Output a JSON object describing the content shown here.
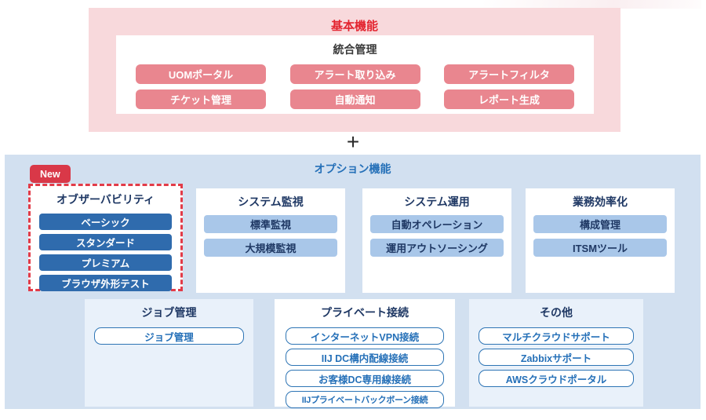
{
  "basic_section": {
    "title": "基本機能",
    "group_title": "統合管理",
    "features": [
      "UOMポータル",
      "アラート取り込み",
      "アラートフィルタ",
      "チケット管理",
      "自動通知",
      "レポート生成"
    ]
  },
  "plus_sign": "+",
  "option_section": {
    "title": "オプション機能",
    "new_badge": "New",
    "panels": [
      {
        "id": "observability",
        "title": "オブザーバビリティ",
        "style": "dark",
        "highlighted": true,
        "buttons": [
          "ベーシック",
          "スタンダード",
          "プレミアム",
          "ブラウザ外形テスト"
        ]
      },
      {
        "id": "monitoring",
        "title": "システム監視",
        "style": "filled",
        "buttons": [
          "標準監視",
          "大規模監視"
        ]
      },
      {
        "id": "operation",
        "title": "システム運用",
        "style": "filled",
        "buttons": [
          "自動オペレーション",
          "運用アウトソーシング"
        ]
      },
      {
        "id": "efficiency",
        "title": "業務効率化",
        "style": "filled",
        "buttons": [
          "構成管理",
          "ITSMツール"
        ]
      },
      {
        "id": "job",
        "title": "ジョブ管理",
        "style": "outline",
        "buttons": [
          "ジョブ管理"
        ]
      },
      {
        "id": "private",
        "title": "プライベート接続",
        "style": "outline",
        "buttons": [
          "インターネットVPN接続",
          "IIJ DC構内配線接続",
          "お客様DC専用線接続",
          "IIJプライベートバックボーン接続"
        ]
      },
      {
        "id": "other",
        "title": "その他",
        "style": "outline",
        "buttons": [
          "マルチクラウドサポート",
          "Zabbixサポート",
          "AWSクラウドポータル"
        ]
      }
    ]
  },
  "colors": {
    "basic_bg": "#f8d9dc",
    "basic_accent": "#e3242f",
    "basic_button": "#e9868f",
    "option_bg": "#d2e0f0",
    "option_accent": "#2570b8",
    "dark_button": "#2f6bad",
    "light_button": "#a9c7e9",
    "navy_text": "#1f3864",
    "new_badge_bg": "#d93848",
    "highlight_border": "#e23b48",
    "subpanel_bg": "#e9f1fa"
  }
}
